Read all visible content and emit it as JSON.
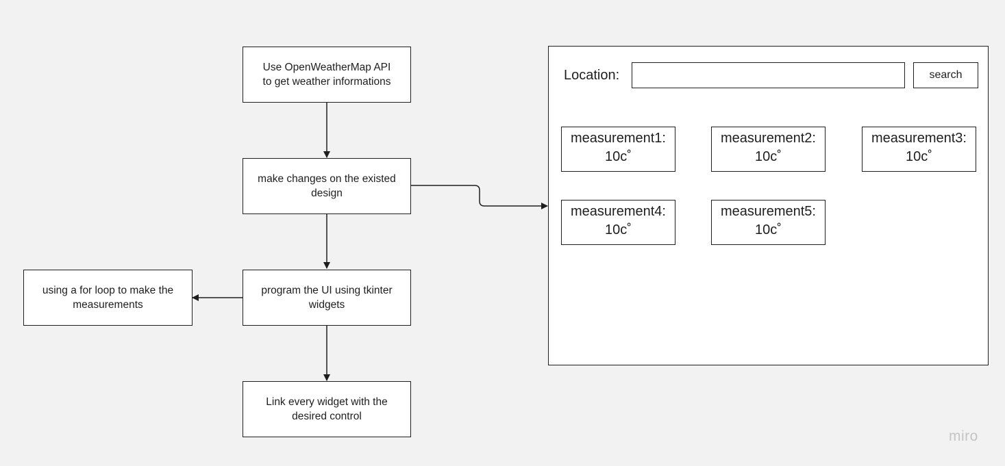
{
  "flow": {
    "step1": "Use OpenWeatherMap API\nto get weather informations",
    "step2": "make changes on the existed\ndesign",
    "step3": "program the UI using tkinter\nwidgets",
    "step4": "Link every widget with the\ndesired control",
    "side_note": "using a for loop to make the\nmeasurements"
  },
  "mockup": {
    "location_label": "Location:",
    "location_value": "",
    "search_label": "search",
    "measurements": [
      {
        "label": "measurement1:",
        "value": "10c˚"
      },
      {
        "label": "measurement2:",
        "value": "10c˚"
      },
      {
        "label": "measurement3:",
        "value": "10c˚"
      },
      {
        "label": "measurement4:",
        "value": "10c˚"
      },
      {
        "label": "measurement5:",
        "value": "10c˚"
      }
    ]
  },
  "watermark": "miro"
}
